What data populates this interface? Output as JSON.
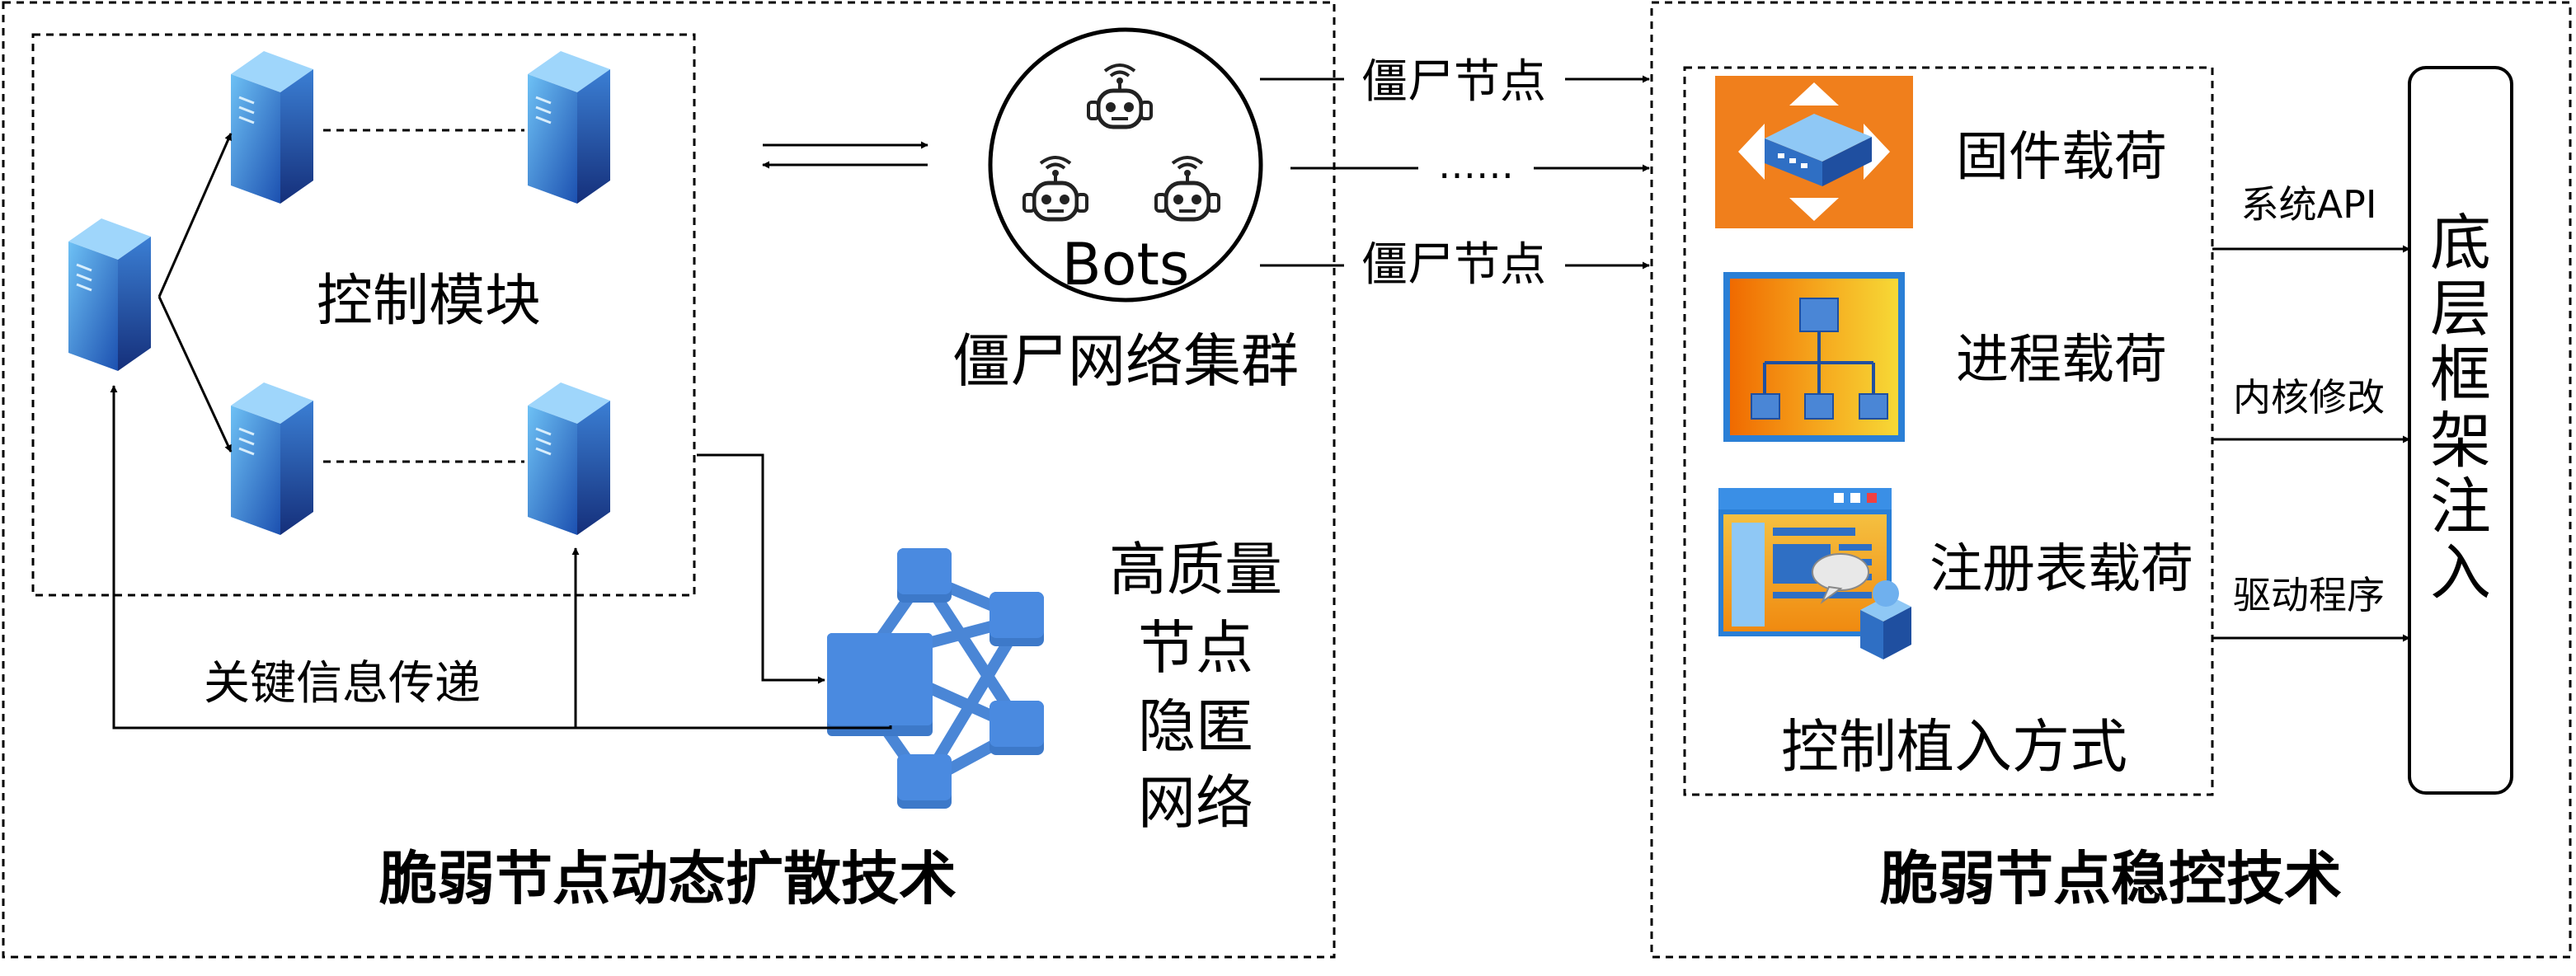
{
  "left_panel": {
    "title": "脆弱节点动态扩散技术",
    "control_module_label": "控制模块",
    "botnet_cluster_label": "僵尸网络集群",
    "bots_label": "Bots",
    "info_transfer_label": "关键信息传递",
    "hidden_network_lines": [
      "高质量",
      "节点",
      "隐匿",
      "网络"
    ]
  },
  "connector": {
    "top_label": "僵尸节点",
    "middle_label": "……",
    "bottom_label": "僵尸节点"
  },
  "right_panel": {
    "title": "脆弱节点稳控技术",
    "implant_methods_label": "控制植入方式",
    "payloads": [
      "固件载荷",
      "进程载荷",
      "注册表载荷"
    ],
    "arrow_labels": [
      "系统API",
      "内核修改",
      "驱动程序"
    ],
    "target_lines": [
      "底",
      "层",
      "框",
      "架",
      "注",
      "入"
    ]
  },
  "colors": {
    "server_top": "#5fb3f0",
    "server_face": "#2f7fd6",
    "server_side": "#1f4fa8",
    "network_blue": "#4a86d6",
    "firmware_orange": "#f07f1c",
    "process_orange": "#f07a10",
    "process_yellow": "#f7d033",
    "registry_window": "#f0a020",
    "registry_frame": "#2a7fd6"
  },
  "icons": [
    "server-icon",
    "robot-icon",
    "network-hub-icon",
    "firmware-icon",
    "process-chart-icon",
    "registry-window-icon"
  ]
}
